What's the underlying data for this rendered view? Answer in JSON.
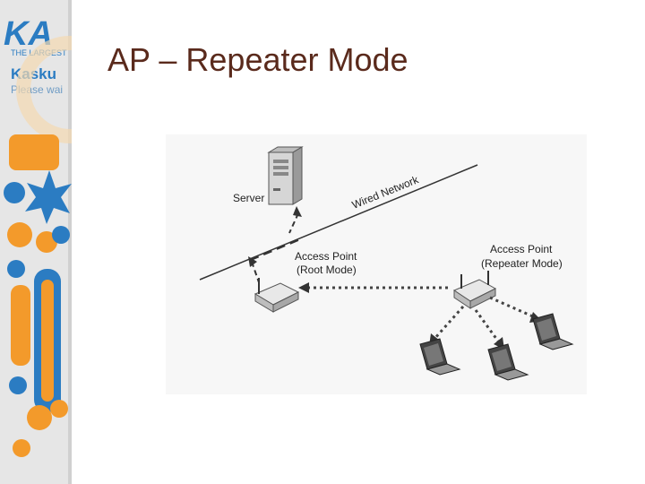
{
  "slide": {
    "title": "AP – Repeater Mode"
  },
  "sidebar": {
    "logo_text": "KA",
    "tagline": "THE LARGEST",
    "brand": "Kasku",
    "subtext": "Please wai"
  },
  "diagram": {
    "labels": {
      "server": "Server",
      "wired_network": "Wired Network",
      "root_ap_line1": "Access Point",
      "root_ap_line2": "(Root Mode)",
      "repeater_ap_line1": "Access Point",
      "repeater_ap_line2": "(Repeater Mode)"
    }
  },
  "colors": {
    "title": "#5a2a1c",
    "sidebar_orange": "#f39a2b",
    "sidebar_blue": "#2b7cc2",
    "sidebar_bg": "#e8e8e8"
  }
}
